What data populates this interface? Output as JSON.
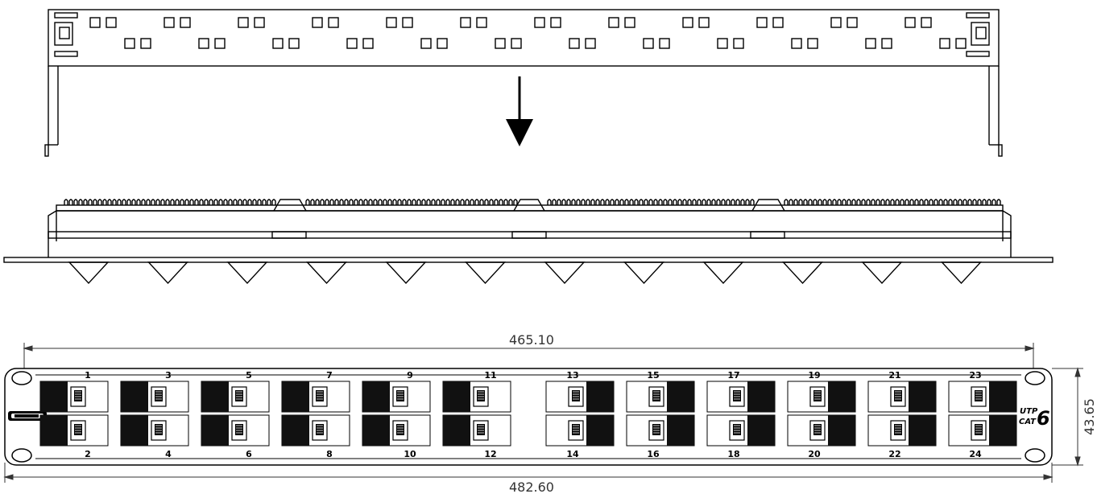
{
  "dimensions": {
    "width_inner": "465.10",
    "width_outer": "482.60",
    "height": "43.65"
  },
  "front_panel": {
    "brand_logo": "brand-logo",
    "badge_line1": "UTP",
    "badge_line2": "CAT",
    "badge_num": "6",
    "ports_top": [
      "1",
      "3",
      "5",
      "7",
      "9",
      "11",
      "13",
      "15",
      "17",
      "19",
      "21",
      "23"
    ],
    "ports_bottom": [
      "2",
      "4",
      "6",
      "8",
      "10",
      "12",
      "14",
      "16",
      "18",
      "20",
      "22",
      "24"
    ]
  },
  "arrow": "arrow-down-icon"
}
